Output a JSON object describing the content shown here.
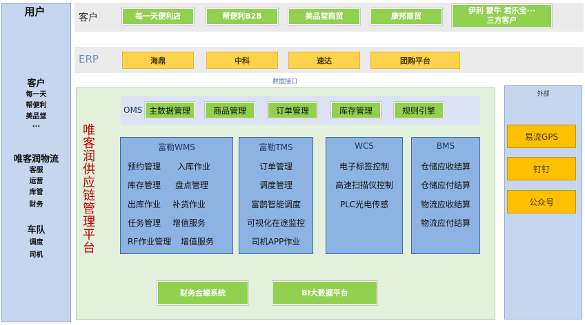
{
  "user": {
    "title": "用户",
    "groups": [
      {
        "heading": "客户",
        "items": [
          "每一天",
          "帮便利",
          "美品堂",
          "..."
        ]
      },
      {
        "heading": "唯客润物流",
        "items": [
          "客服",
          "运营",
          "库管",
          "财务"
        ]
      },
      {
        "heading": "车队",
        "items": [
          "调度",
          "司机"
        ]
      }
    ]
  },
  "customers": {
    "label": "客户",
    "items": [
      "每一天便利店",
      "帮便利B2B",
      "美品堂商贸",
      "康邦商贸",
      "伊利 蒙牛 君乐宝···",
      "三方客户"
    ]
  },
  "erp": {
    "label": "ERP",
    "items": [
      "海鼎",
      "中科",
      "速达",
      "团购平台"
    ]
  },
  "api_label": "数据接口",
  "platform": {
    "title": "唯客润供应链管理平台",
    "oms": {
      "label": "OMS",
      "items": [
        "主数据管理",
        "商品管理",
        "订单管理",
        "库存管理",
        "规则引擎"
      ]
    },
    "systems": [
      {
        "title": "富勒WMS",
        "rows": [
          [
            "预约管理",
            "入库作业"
          ],
          [
            "库存管理",
            "盘点管理"
          ],
          [
            "出库作业",
            "补货作业"
          ],
          [
            "任务管理",
            "增值服务"
          ],
          [
            "RF作业管理",
            "增值服务"
          ]
        ]
      },
      {
        "title": "富勒TMS",
        "rows": [
          [
            "订单管理"
          ],
          [
            "调度管理"
          ],
          [
            "富鹊智能调度"
          ],
          [
            "可视化在途监控"
          ],
          [
            "司机APP作业"
          ]
        ]
      },
      {
        "title": "WCS",
        "rows": [
          [
            "电子标签控制"
          ],
          [
            "高速扫描仪控制"
          ],
          [
            "PLC光电传感"
          ]
        ]
      },
      {
        "title": "BMS",
        "rows": [
          [
            "仓储应收结算"
          ],
          [
            "仓储应付结算"
          ],
          [
            "物流应收结算"
          ],
          [
            "物流应付结算"
          ]
        ]
      }
    ],
    "bottom": [
      "财务金蝶系统",
      "BI大数据平台"
    ]
  },
  "external": {
    "label": "外部",
    "items": [
      "易流GPS",
      "钉钉",
      "公众号"
    ]
  },
  "colors": {
    "green": "#92d050",
    "yellow": "#ffd24d",
    "orange": "#ffc000",
    "blue_box": "#8db3e2",
    "platform_bg": "#e3f0dc",
    "title_red": "#c00000"
  }
}
